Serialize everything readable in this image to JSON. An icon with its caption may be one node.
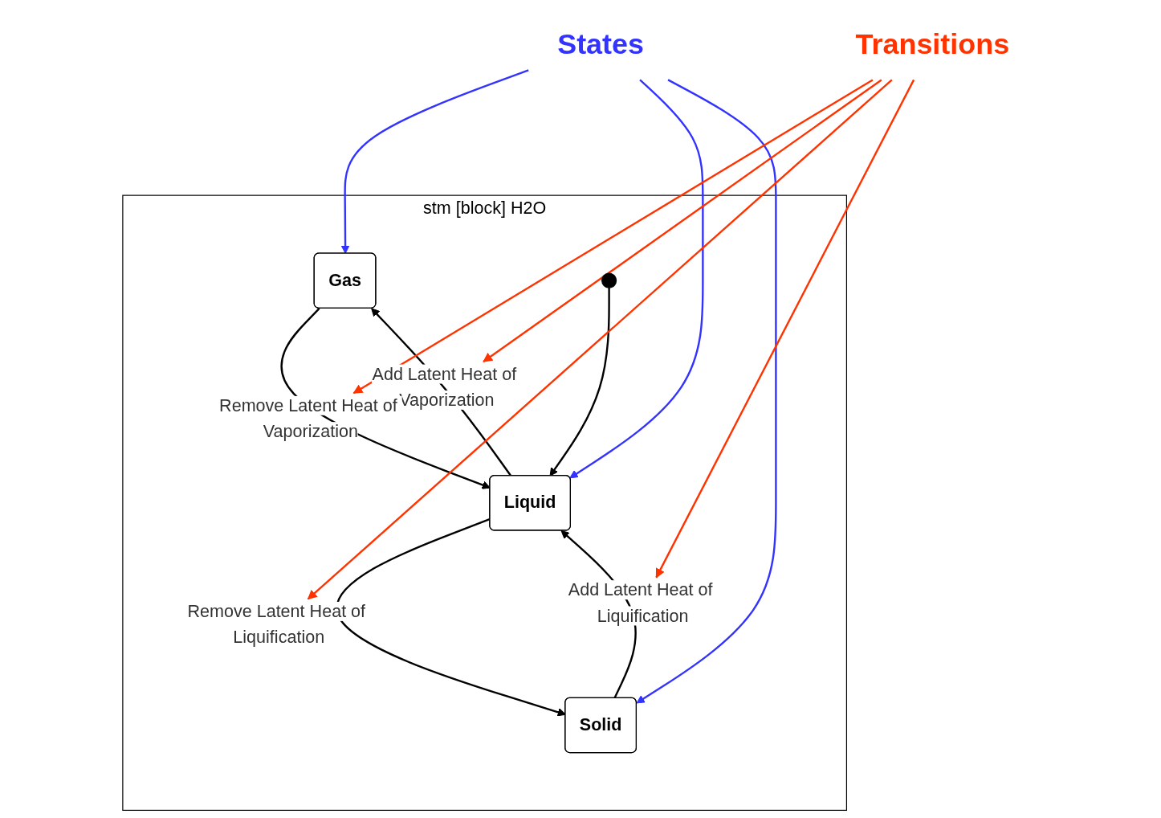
{
  "diagram": {
    "nodes": [
      {
        "text": [
          "stm [block] H2O"
        ]
      },
      {
        "text": [
          "Gas"
        ],
        "in": 0
      },
      {
        "text": [
          "Liquid"
        ],
        "in": 0
      },
      {
        "text": [
          "Solid"
        ],
        "in": 0
      },
      {
        "text": [],
        "shape": "circle",
        "in": 0
      },
      {
        "text": [
          "States"
        ]
      },
      {
        "text": [
          "Transitions"
        ]
      }
    ],
    "edges": [
      {
        "from": 4,
        "to": 2,
        "arrow": "to"
      },
      {
        "from": 2,
        "to": 1,
        "arrow": "to",
        "label": "Add Latent Heat of Vaporization"
      },
      {
        "from": 1,
        "to": 2,
        "arrow": "to",
        "label": "Remove Latent Heat of Vaporization"
      },
      {
        "from": 3,
        "to": 2,
        "arrow": "to",
        "label": "Add Latent Heat of Liquification"
      },
      {
        "from": 2,
        "to": 3,
        "arrow": "to",
        "label": "Remove Latent Heat of Liquification"
      },
      {
        "from": 5,
        "to": 1,
        "arrow": "to",
        "color": "#3333ff"
      },
      {
        "from": 5,
        "to": 2,
        "arrow": "to",
        "color": "#3333ff"
      },
      {
        "from": 5,
        "to": 3,
        "arrow": "to",
        "color": "#3333ff"
      },
      {
        "from": 6,
        "to": null,
        "arrow": "to",
        "color": "#ff3300"
      },
      {
        "from": 6,
        "to": null,
        "arrow": "to",
        "color": "#ff3300"
      },
      {
        "from": 6,
        "to": null,
        "arrow": "to",
        "color": "#ff3300"
      },
      {
        "from": 6,
        "to": null,
        "arrow": "to",
        "color": "#ff3300"
      }
    ]
  }
}
